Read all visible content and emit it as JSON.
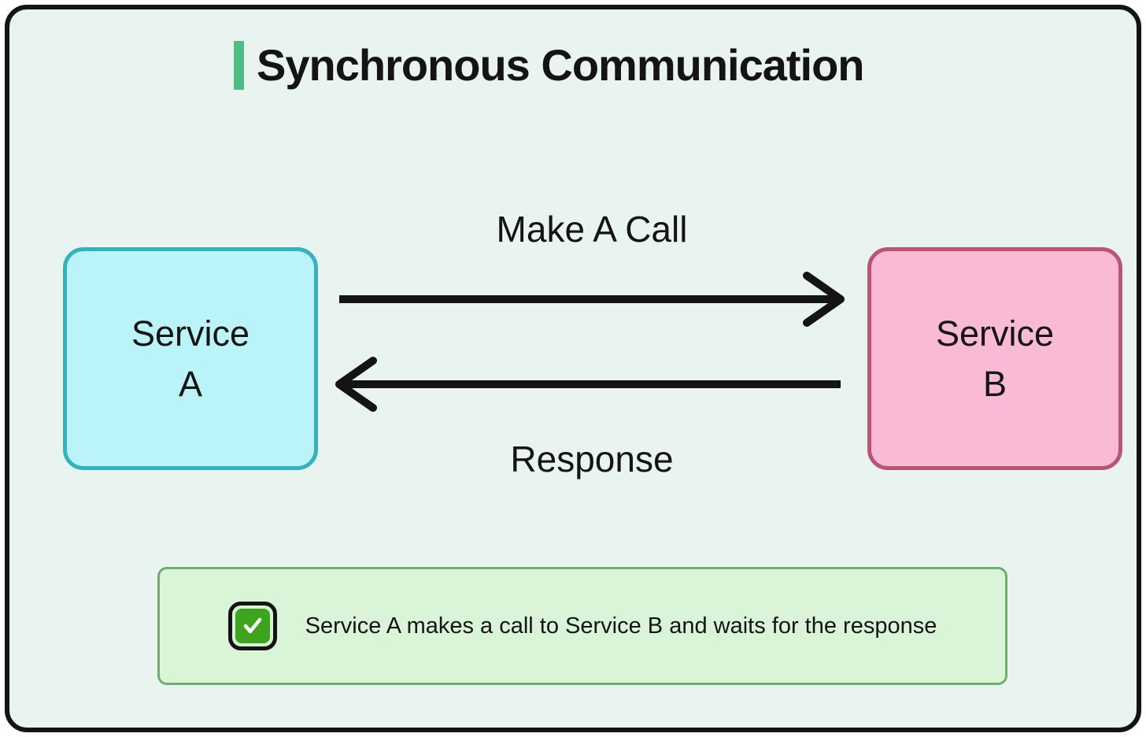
{
  "title": {
    "text": "Synchronous Communication",
    "accent_color": "#4dbd85"
  },
  "nodes": [
    {
      "id": "service-a",
      "label_line1": "Service",
      "label_line2": "A",
      "fill_color": "#baf3f8",
      "border_color": "#35b3bd"
    },
    {
      "id": "service-b",
      "label_line1": "Service",
      "label_line2": "B",
      "fill_color": "#f8bad4",
      "border_color": "#b85475"
    }
  ],
  "arrows": [
    {
      "label": "Make A Call",
      "from": "service-a",
      "to": "service-b",
      "direction": "right",
      "color": "#141414"
    },
    {
      "label": "Response",
      "from": "service-b",
      "to": "service-a",
      "direction": "left",
      "color": "#141414"
    }
  ],
  "note": {
    "text": "Service A makes a call to Service B and waits for the response",
    "icon": "check-icon",
    "fill_color": "#d9f4d7",
    "border_color": "#6fae70",
    "check_color": "#3da51d"
  }
}
